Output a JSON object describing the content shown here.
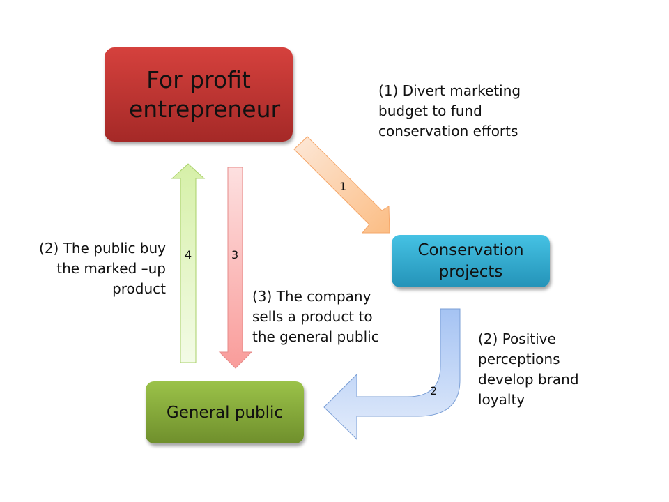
{
  "nodes": {
    "entrepreneur": "For profit entrepreneur",
    "conservation": "Conservation projects",
    "public": "General public"
  },
  "arrows": {
    "a1": "1",
    "a2": "2",
    "a3": "3",
    "a4": "4"
  },
  "labels": {
    "divert": "(1) Divert marketing budget to fund conservation efforts",
    "positive": "(2) Positive perceptions develop brand loyalty",
    "sells": "(3) The company sells a product to the general public",
    "buy": "(2) The public buy the marked –up product"
  },
  "colors": {
    "entrepreneur": "#b8302e",
    "conservation": "#31a9cc",
    "public": "#86a93a"
  }
}
